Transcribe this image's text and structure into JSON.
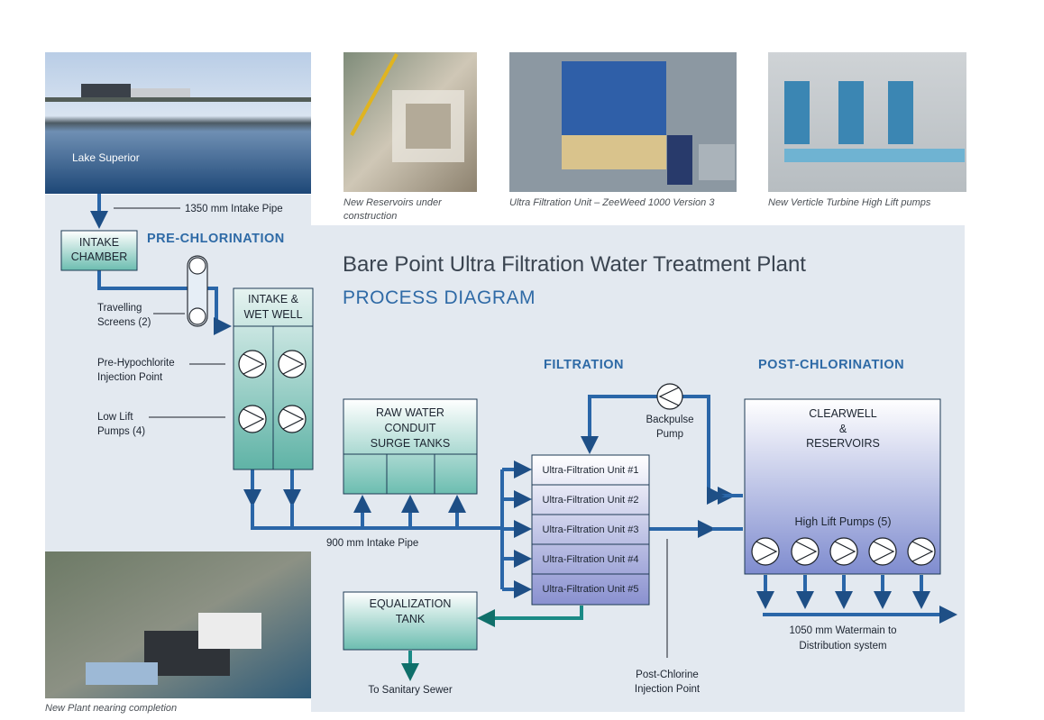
{
  "title": "Bare Point Ultra Filtration Water Treatment Plant",
  "subtitle": "PROCESS DIAGRAM",
  "sections": {
    "pre_chlorination": "PRE-CHLORINATION",
    "filtration": "FILTRATION",
    "post_chlorination": "POST-CHLORINATION"
  },
  "photos": {
    "lake": "Lake Superior",
    "reservoirs_caption_line1": "New Reservoirs under",
    "reservoirs_caption_line2": "construction",
    "uf_caption": "Ultra Filtration Unit – ZeeWeed 1000 Version 3",
    "pumps_caption": "New Verticle Turbine High Lift pumps",
    "plant_caption": "New Plant nearing completion"
  },
  "labels": {
    "intake_pipe": "1350 mm Intake Pipe",
    "intake_chamber_line1": "INTAKE",
    "intake_chamber_line2": "CHAMBER",
    "travelling_screens_line1": "Travelling",
    "travelling_screens_line2": "Screens (2)",
    "wet_well_line1": "INTAKE &",
    "wet_well_line2": "WET WELL",
    "pre_hypo_line1": "Pre-Hypochlorite",
    "pre_hypo_line2": "Injection Point",
    "low_lift_line1": "Low Lift",
    "low_lift_line2": "Pumps (4)",
    "raw_water_line1": "RAW WATER",
    "raw_water_line2": "CONDUIT",
    "raw_water_line3": "SURGE TANKS",
    "intake_pipe_900": "900 mm Intake Pipe",
    "backpulse_line1": "Backpulse",
    "backpulse_line2": "Pump",
    "clearwell_line1": "CLEARWELL",
    "clearwell_line2": "&",
    "clearwell_line3": "RESERVOIRS",
    "high_lift": "High Lift Pumps (5)",
    "watermain_line1": "1050 mm Watermain to",
    "watermain_line2": "Distribution system",
    "equalization_line1": "EQUALIZATION",
    "equalization_line2": "TANK",
    "sanitary": "To Sanitary Sewer",
    "post_chlorine_line1": "Post-Chlorine",
    "post_chlorine_line2": "Injection Point"
  },
  "uf_units": [
    "Ultra-Filtration Unit #1",
    "Ultra-Filtration Unit #2",
    "Ultra-Filtration Unit #3",
    "Ultra-Filtration Unit #4",
    "Ultra-Filtration Unit #5"
  ],
  "colors": {
    "pipe": "#2a66a8",
    "drain": "#1a8a86",
    "panel": "#e4eaf1",
    "title": "#3a4450",
    "accent": "#2f6aa6"
  }
}
